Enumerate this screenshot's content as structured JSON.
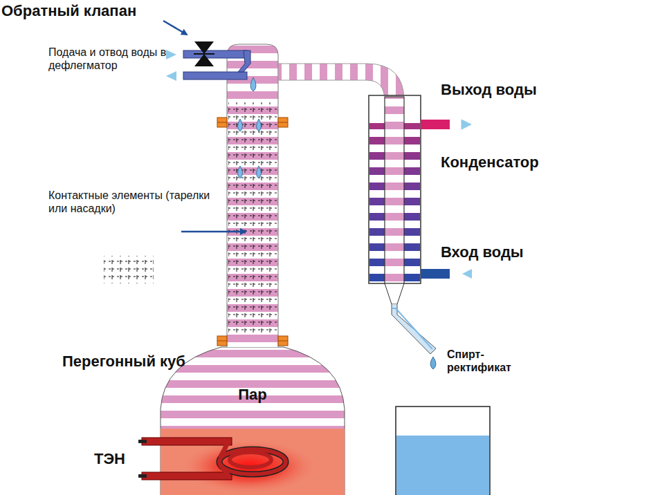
{
  "diagram": {
    "nodes": [
      {
        "text": [
          "Перегонный куб",
          "Пар"
        ]
      },
      {
        "text": [
          "Конденсатор"
        ]
      }
    ],
    "labels": [
      "Обратный клапан",
      "Подача и отвод воды в дефлегматор",
      "Контактные элементы (тарелки или насадки)",
      "Выход воды",
      "Вход воды",
      "ТЭН",
      "Спирт-ректификат"
    ]
  }
}
